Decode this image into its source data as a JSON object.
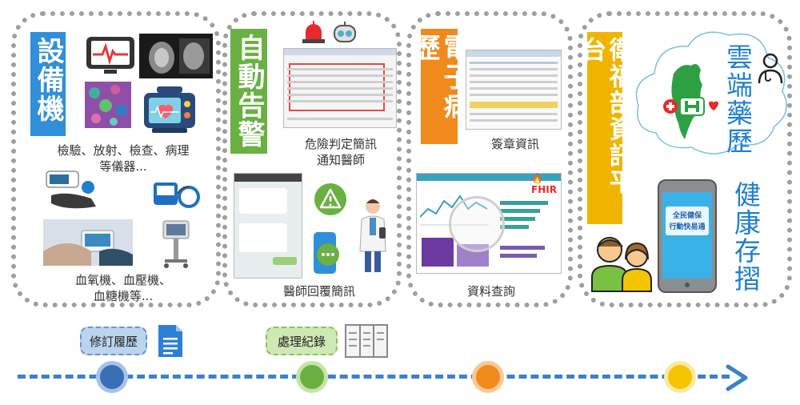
{
  "panels": {
    "devices": {
      "title": "設備機",
      "caption_top": "檢驗、放射、檢查、病理\n等儀器...",
      "caption_bottom": "血氧機、血壓機、\n血糖機等...",
      "accent": "#2f8fd8"
    },
    "alert": {
      "title": "自動告警",
      "caption_top": "危險判定簡訊\n通知醫師",
      "caption_bottom": "醫師回覆簡訊",
      "accent": "#6ab042"
    },
    "emr": {
      "title": "電子病歷",
      "caption_top": "簽章資訊",
      "caption_bottom": "資料查詢",
      "fhir_label": "FHIR",
      "accent": "#f08a1c"
    },
    "mohw": {
      "title": "衛福部資訊平台",
      "cloud_title": "雲端藥歷",
      "health_title": "健康存摺",
      "app_label_1": "全民健保",
      "app_label_2": "行動快易通",
      "accent": "#f0b400",
      "text_color": "#1f7fd0"
    }
  },
  "timeline": {
    "tag_revision": "修訂履歷",
    "tag_records": "處理紀錄",
    "line_color": "#3a82c4",
    "nodes": [
      "#3a6fb5",
      "#6ab042",
      "#f08a1c",
      "#f5c400"
    ]
  }
}
